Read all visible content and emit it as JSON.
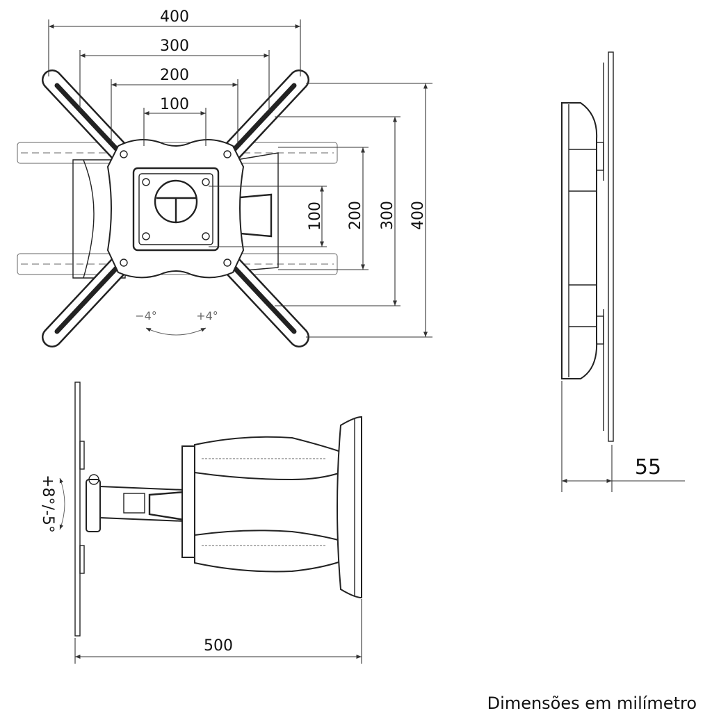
{
  "front_view": {
    "horizontal_dims": [
      "400",
      "300",
      "200",
      "100"
    ],
    "vertical_dims": [
      "100",
      "200",
      "300",
      "400"
    ],
    "tilt_left": "−4°",
    "tilt_right": "+4°"
  },
  "side_view": {
    "depth_dim": "55"
  },
  "top_view": {
    "extension_dim": "500",
    "tilt_range": "+8°/-5°"
  },
  "caption": "Dimensões em milímetro",
  "colors": {
    "line": "#222222",
    "background": "#ffffff"
  }
}
